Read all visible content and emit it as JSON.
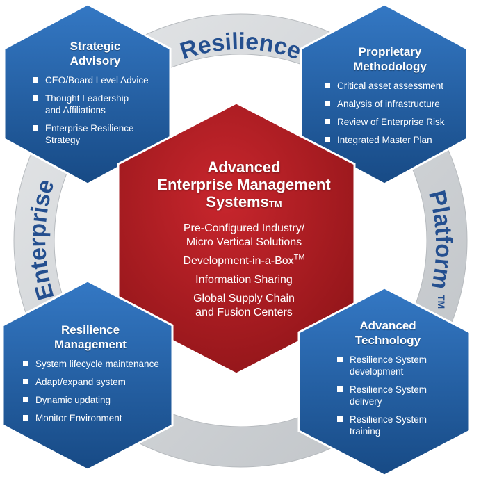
{
  "ring": {
    "top_label": "Resilience",
    "left_label": "Enterprise",
    "right_label": "Platform",
    "right_label_tm": "TM"
  },
  "colors": {
    "hex_blue_dark": "#174a85",
    "hex_blue_light": "#3478c4",
    "hex_red_dark": "#8e1418",
    "hex_red_light": "#c8262d",
    "ring_gray": "#cfd2d5",
    "label_blue": "#244f8f"
  },
  "hexagons": {
    "strategic_advisory": {
      "title_line1": "Strategic",
      "title_line2": "Advisory",
      "items": [
        {
          "line1": "CEO/Board Level Advice",
          "line2": ""
        },
        {
          "line1": "Thought Leadership",
          "line2": "and Affiliations"
        },
        {
          "line1": "Enterprise Resilience",
          "line2": "Strategy"
        }
      ]
    },
    "proprietary_methodology": {
      "title_line1": "Proprietary",
      "title_line2": "Methodology",
      "items": [
        {
          "line1": "Critical asset assessment",
          "line2": ""
        },
        {
          "line1": "Analysis of infrastructure",
          "line2": ""
        },
        {
          "line1": "Review of Enterprise Risk",
          "line2": ""
        },
        {
          "line1": "Integrated Master Plan",
          "line2": ""
        }
      ]
    },
    "resilience_management": {
      "title_line1": "Resilience",
      "title_line2": "Management",
      "items": [
        {
          "line1": "System lifecycle maintenance",
          "line2": ""
        },
        {
          "line1": "Adapt/expand system",
          "line2": ""
        },
        {
          "line1": "Dynamic updating",
          "line2": ""
        },
        {
          "line1": "Monitor Environment",
          "line2": ""
        }
      ]
    },
    "advanced_technology": {
      "title_line1": "Advanced",
      "title_line2": "Technology",
      "items": [
        {
          "line1": "Resilience System",
          "line2": "development"
        },
        {
          "line1": "Resilience System",
          "line2": "delivery"
        },
        {
          "line1": "Resilience System",
          "line2": "training"
        }
      ]
    }
  },
  "center": {
    "title_line1": "Advanced",
    "title_line2": "Enterprise Management",
    "title_line3": "Systems",
    "title_tm": "TM",
    "item1_line1": "Pre-Configured Industry/",
    "item1_line2": "Micro Vertical Solutions",
    "item2": "Development-in-a-Box",
    "item2_tm": "TM",
    "item3": "Information Sharing",
    "item4_line1": "Global Supply Chain",
    "item4_line2": "and Fusion Centers"
  }
}
